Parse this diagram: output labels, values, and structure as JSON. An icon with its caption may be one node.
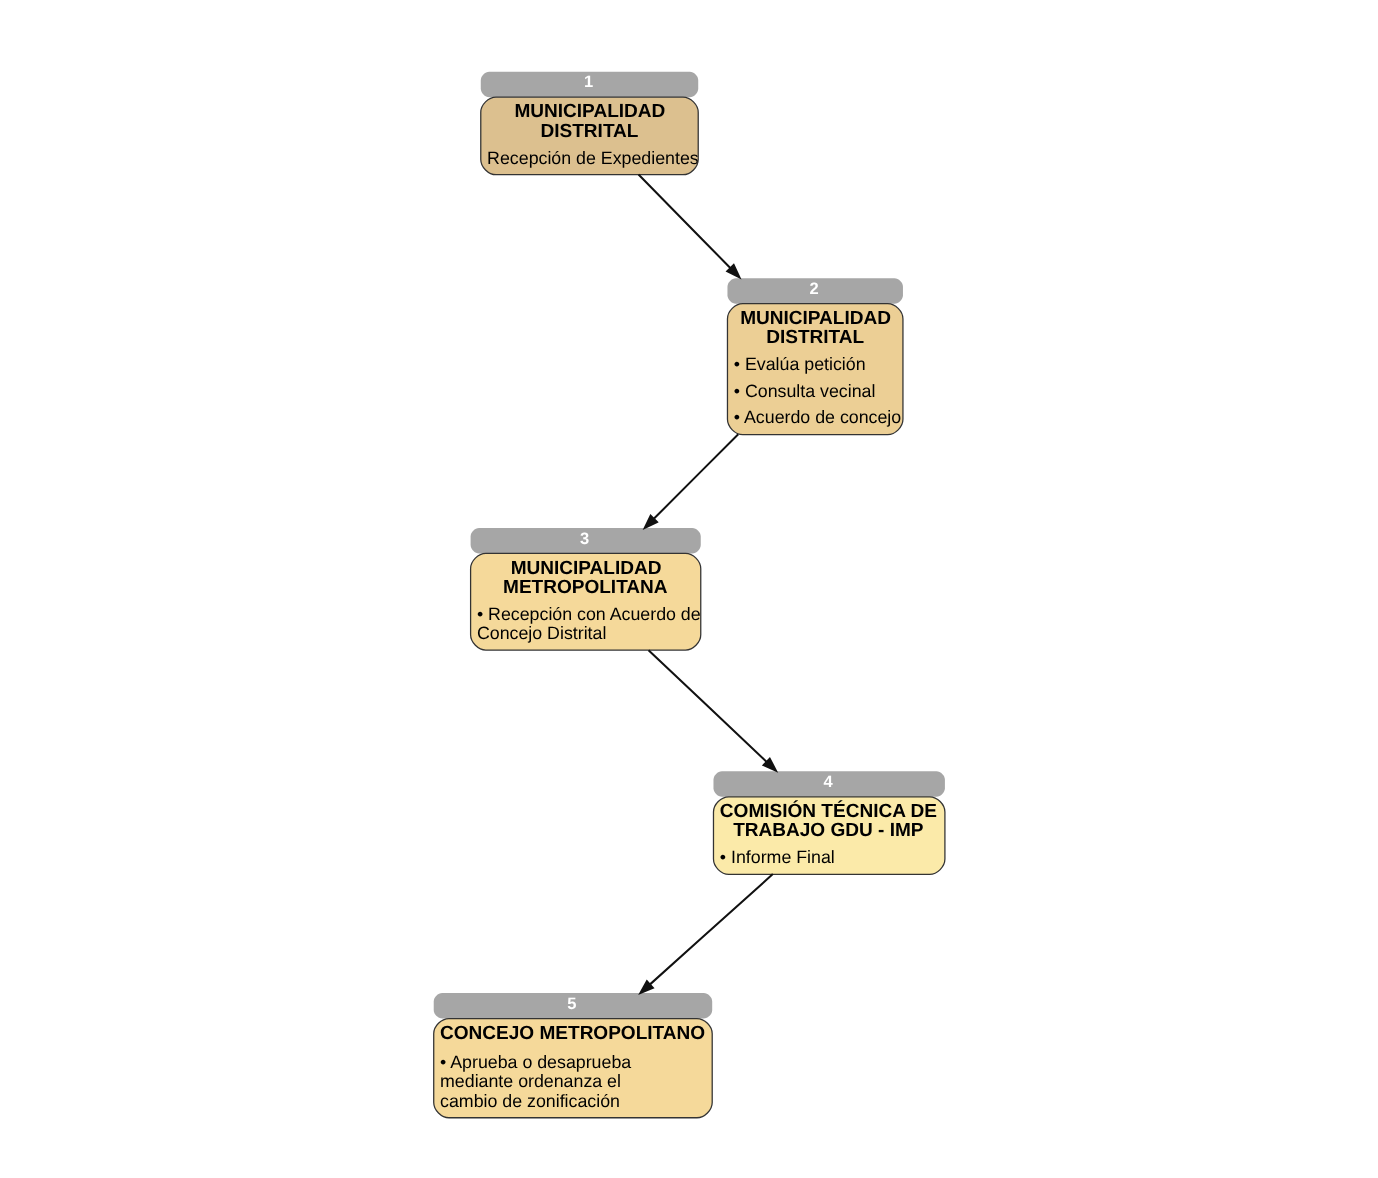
{
  "diagram": {
    "nodes": [
      {
        "text": [
          "MUNICIPALIDAD DISTRITAL",
          "Recepción de Expedientes"
        ],
        "beside": [
          "1"
        ]
      },
      {
        "text": [
          "MUNICIPALIDAD DISTRITAL",
          "• Evalúa petición",
          "• Consulta vecinal",
          "• Acuerdo de concejo"
        ],
        "beside": [
          "2"
        ]
      },
      {
        "text": [
          "MUNICIPALIDAD METROPOLITANA",
          "• Recepción con Acuerdo de Concejo Distrital"
        ],
        "beside": [
          "3"
        ]
      },
      {
        "text": [
          "COMISIÓN TÉCNICA DE TRABAJO GDU - IMP",
          "• Informe Final"
        ],
        "beside": [
          "4"
        ]
      },
      {
        "text": [
          "CONCEJO METROPOLITANO",
          "• Aprueba o desaprueba mediante ordenanza el cambio de zonificación"
        ],
        "beside": [
          "5"
        ]
      }
    ],
    "edges": [
      {
        "from": 0,
        "to": 1,
        "arrow": "to"
      },
      {
        "from": 1,
        "to": 2,
        "arrow": "to"
      },
      {
        "from": 2,
        "to": 3,
        "arrow": "to"
      },
      {
        "from": 3,
        "to": 4,
        "arrow": "to"
      }
    ]
  }
}
